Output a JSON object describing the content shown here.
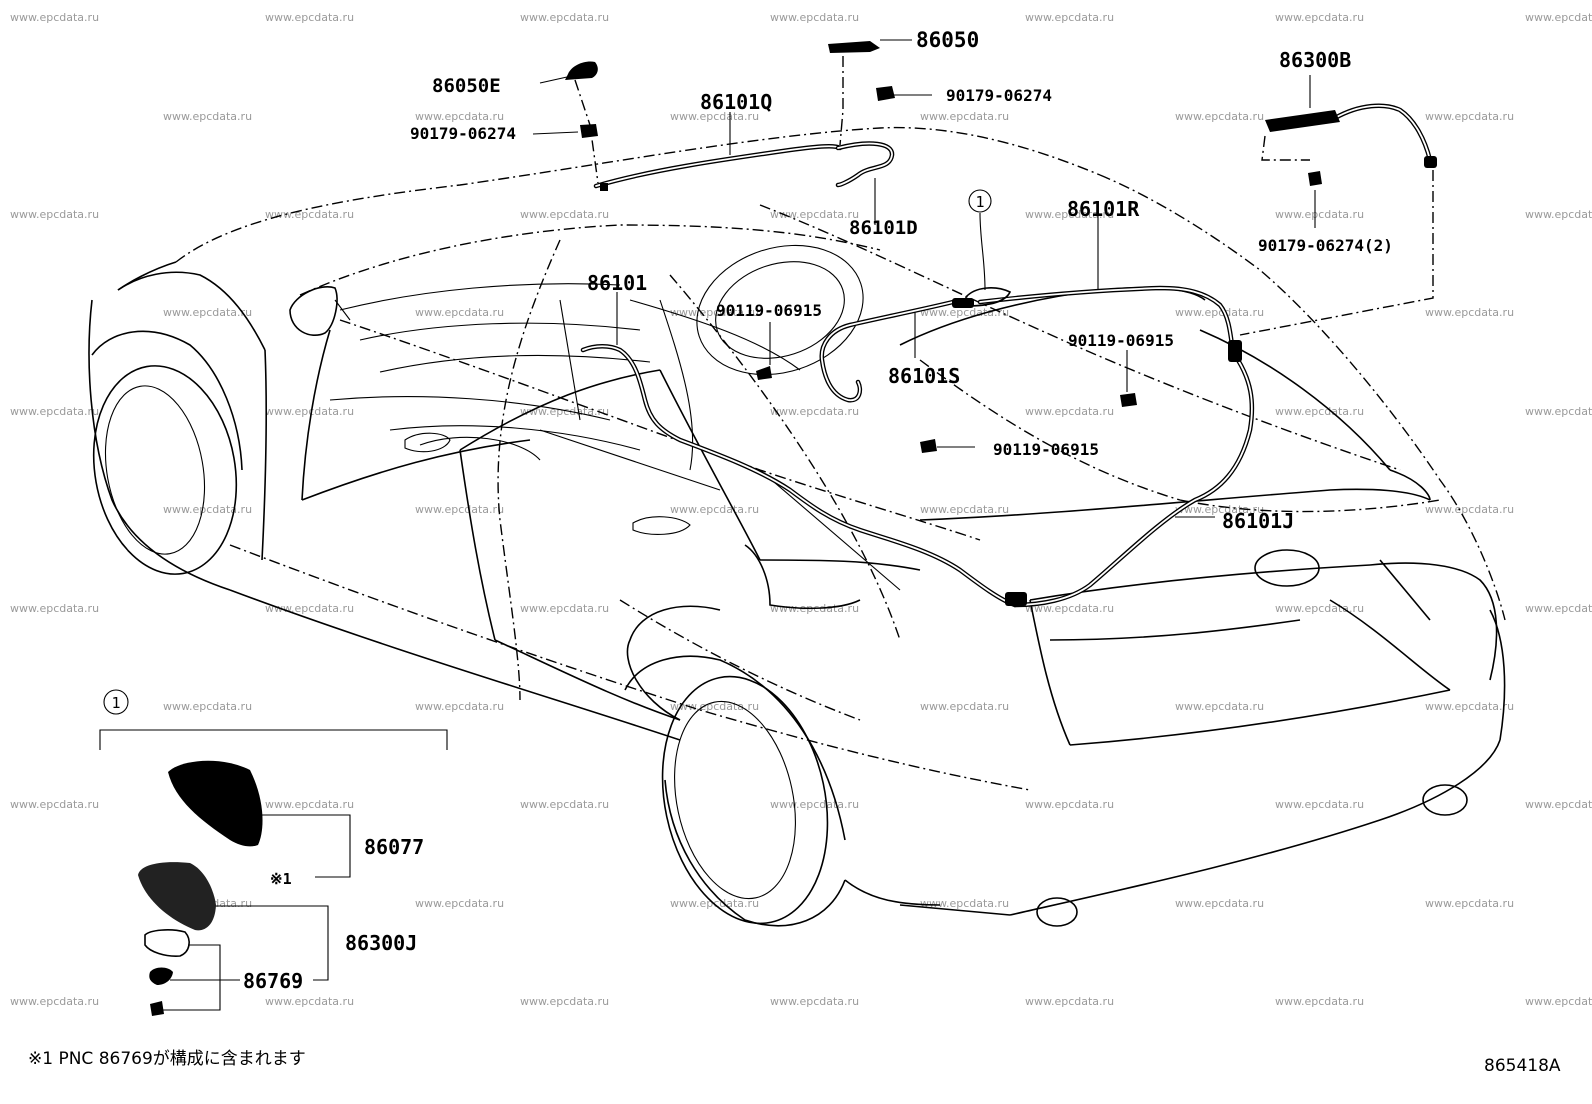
{
  "watermark_text": "www.epcdata.ru",
  "part_labels": {
    "p86050": "86050",
    "p86050E": "86050E",
    "p86300B": "86300B",
    "p86101Q": "86101Q",
    "p90179_top": "90179-06274",
    "p90179_left": "90179-06274",
    "p90179_right": "90179-06274(2)",
    "p86101D": "86101D",
    "p86101R": "86101R",
    "p86101": "86101",
    "p90119_a": "90119-06915",
    "p90119_b": "90119-06915",
    "p90119_c": "90119-06915",
    "p86101S": "86101S",
    "p86101J": "86101J",
    "p86077": "86077",
    "p86300J": "86300J",
    "p86769": "86769",
    "ref_mark": "※1"
  },
  "callouts": {
    "circle_1_car": "1",
    "circle_1_detail": "1"
  },
  "footnote": "※1 PNC 86769が構成に含まれます",
  "diagram_code": "865418A"
}
